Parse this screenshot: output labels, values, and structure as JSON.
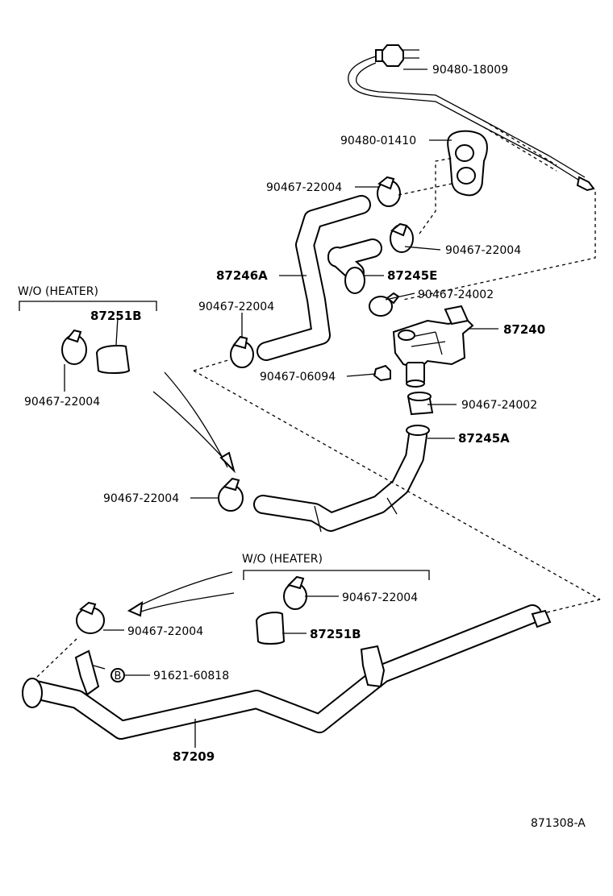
{
  "diagram": {
    "drawing_number": "871308-A",
    "variant_labels": [
      "W/O (HEATER)",
      "W/O (HEATER)"
    ],
    "parts": [
      {
        "id": "p1",
        "number": "90480-18009"
      },
      {
        "id": "p2",
        "number": "90480-01410"
      },
      {
        "id": "p3",
        "number": "90467-22004"
      },
      {
        "id": "p4",
        "number": "90467-22004"
      },
      {
        "id": "p5",
        "number": "87246A"
      },
      {
        "id": "p6",
        "number": "87245E"
      },
      {
        "id": "p7",
        "number": "90467-24002"
      },
      {
        "id": "p8",
        "number": "90467-22004"
      },
      {
        "id": "p9",
        "number": "87240"
      },
      {
        "id": "p10",
        "number": "90467-06094"
      },
      {
        "id": "p11",
        "number": "90467-24002"
      },
      {
        "id": "p12",
        "number": "87245A"
      },
      {
        "id": "p13",
        "number": "87251B"
      },
      {
        "id": "p14",
        "number": "90467-22004"
      },
      {
        "id": "p15",
        "number": "90467-22004"
      },
      {
        "id": "p16",
        "number": "90467-22004"
      },
      {
        "id": "p17",
        "number": "90467-22004"
      },
      {
        "id": "p18",
        "number": "87251B"
      },
      {
        "id": "p19",
        "number": "91621-60818"
      },
      {
        "id": "p20",
        "number": "87209"
      }
    ],
    "bolt_marker": "B"
  }
}
